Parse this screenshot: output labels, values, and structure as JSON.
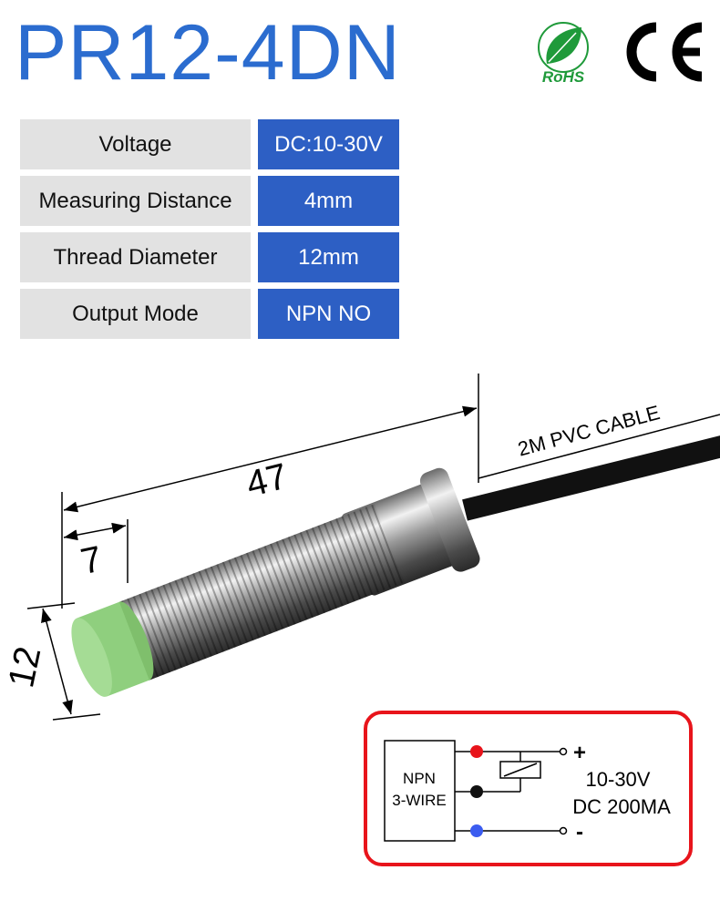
{
  "title": "PR12-4DN",
  "logos": {
    "rohs": "RoHS",
    "ce": "CE"
  },
  "specs": [
    {
      "label": "Voltage",
      "value": "DC:10-30V"
    },
    {
      "label": "Measuring Distance",
      "value": "4mm"
    },
    {
      "label": "Thread Diameter",
      "value": "12mm"
    },
    {
      "label": "Output Mode",
      "value": "NPN NO"
    }
  ],
  "dimensions": {
    "length": "47",
    "head": "7",
    "diameter": "12",
    "cable": "2M PVC CABLE"
  },
  "wiring": {
    "type_line1": "NPN",
    "type_line2": "3-WIRE",
    "plus": "+",
    "minus": "-",
    "voltage": "10-30V",
    "current": "DC 200MA",
    "wire_colors": {
      "brown": "#e8141b",
      "black": "#111111",
      "blue": "#3b5cf0"
    }
  },
  "colors": {
    "title": "#2b6ccf",
    "value_bg": "#2d5fc4",
    "label_bg": "#e2e2e2",
    "frame": "#e8141b",
    "cap": "#8fcf7e"
  }
}
